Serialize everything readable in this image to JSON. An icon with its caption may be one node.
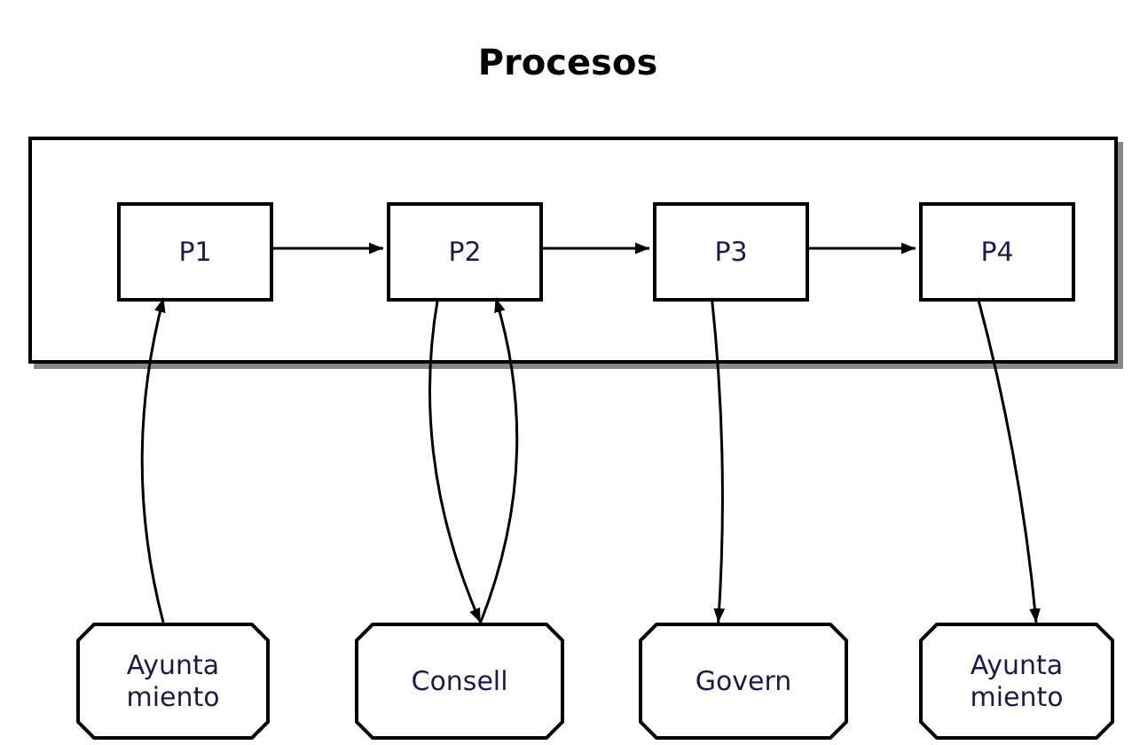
{
  "diagram": {
    "title": "Procesos",
    "nodes": [
      {
        "text": [],
        "shape": "box"
      },
      {
        "text": [
          "P1"
        ],
        "in": 0
      },
      {
        "text": [
          "P2"
        ],
        "in": 0
      },
      {
        "text": [
          "P3"
        ],
        "in": 0
      },
      {
        "text": [
          "P4"
        ],
        "in": 0
      },
      {
        "text": [
          "Ayunta miento"
        ]
      },
      {
        "text": [
          "Consell"
        ]
      },
      {
        "text": [
          "Govern"
        ]
      },
      {
        "text": [
          "Ayunta miento"
        ]
      }
    ],
    "edges": [
      {
        "from": 1,
        "to": 2,
        "arrow": "to"
      },
      {
        "from": 2,
        "to": 3,
        "arrow": "to"
      },
      {
        "from": 3,
        "to": 4,
        "arrow": "to"
      },
      {
        "from": 5,
        "to": 1,
        "arrow": "to"
      },
      {
        "from": 2,
        "to": 6,
        "arrow": "to"
      },
      {
        "from": 6,
        "to": 2,
        "arrow": "to"
      },
      {
        "from": 3,
        "to": 7,
        "arrow": "to"
      },
      {
        "from": 4,
        "to": 8,
        "arrow": "to"
      }
    ]
  }
}
